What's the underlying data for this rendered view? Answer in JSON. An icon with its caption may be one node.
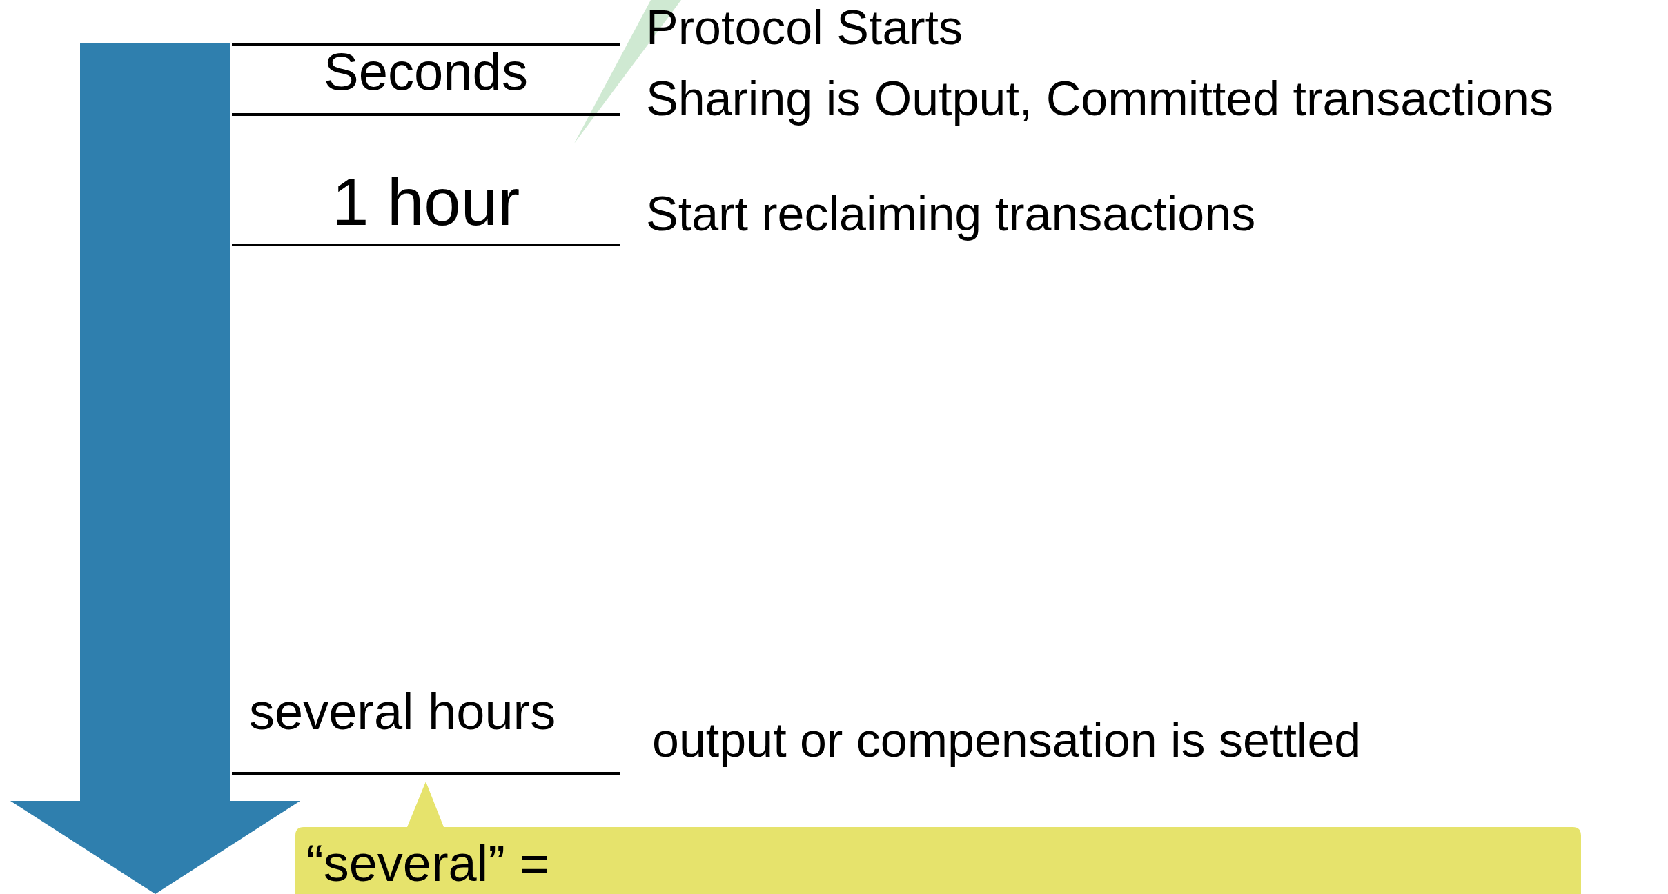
{
  "diagram": {
    "nodes": [
      {
        "text": [
          "“several” ="
        ]
      },
      {
        "text": [],
        "shape": "callout"
      }
    ],
    "labels": [
      "Protocol Starts",
      "Seconds",
      "Sharing is Output, Committed transactions",
      "1 hour",
      "Start reclaiming transactions",
      "several hours",
      "output or compensation is settled"
    ]
  }
}
